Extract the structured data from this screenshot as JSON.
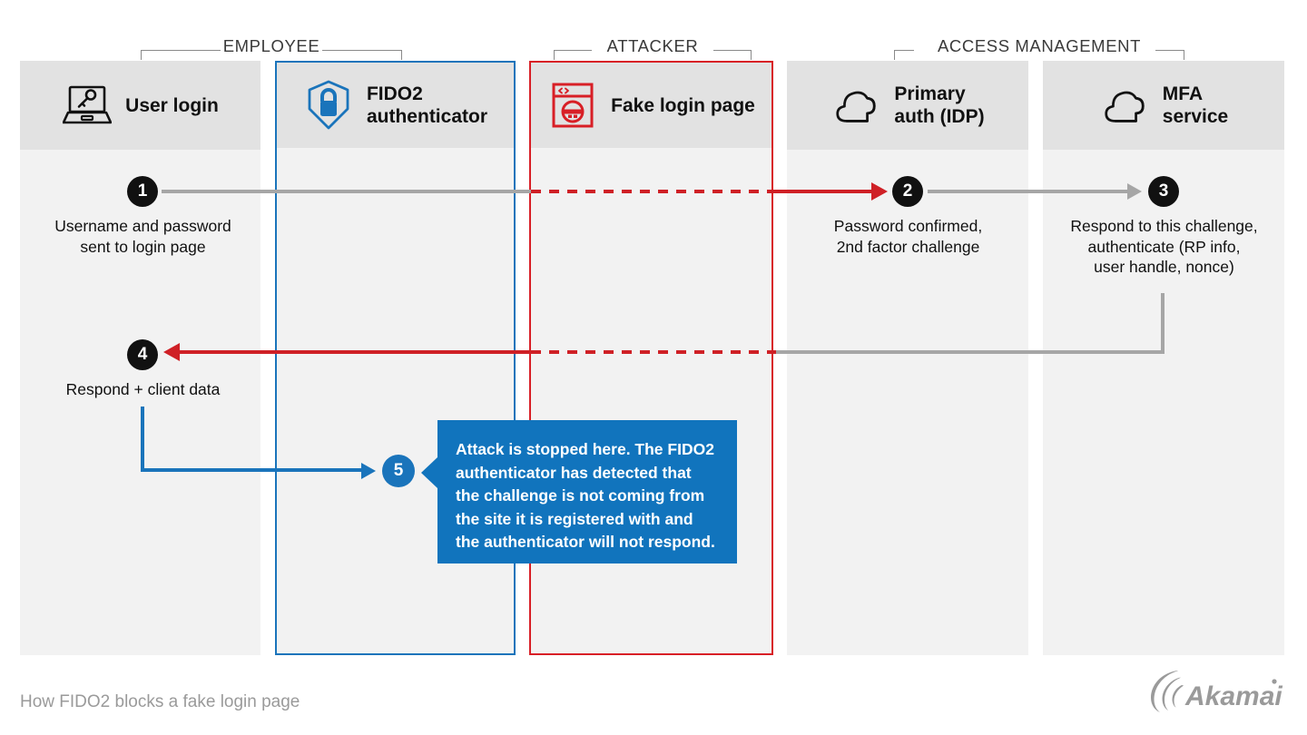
{
  "diagram": {
    "footer_caption": "How FIDO2 blocks a fake login page",
    "brand_logo": "akamai-logo",
    "colors": {
      "red": "#cf2026",
      "blue": "#1a74bb",
      "callout_blue": "#1174bd",
      "gray_line": "#a6a6a6",
      "column_bg": "#f2f2f2",
      "header_bg": "#e2e2e2",
      "step_circle": "#111111"
    },
    "groups": [
      {
        "label": "EMPLOYEE"
      },
      {
        "label": "ATTACKER"
      },
      {
        "label": "ACCESS MANAGEMENT"
      }
    ],
    "columns": [
      {
        "title": "User login",
        "icon": "laptop-key-icon",
        "accent": "none"
      },
      {
        "title": "FIDO2\nauthenticator",
        "icon": "shield-lock-icon",
        "accent": "blue"
      },
      {
        "title": "Fake login page",
        "icon": "browser-mask-icon",
        "accent": "red"
      },
      {
        "title": "Primary\nauth (IDP)",
        "icon": "cloud-icon",
        "accent": "none"
      },
      {
        "title": "MFA\nservice",
        "icon": "cloud-icon",
        "accent": "none"
      }
    ],
    "steps": [
      {
        "number": "1",
        "caption": "Username and password\nsent to login page"
      },
      {
        "number": "2",
        "caption": "Password confirmed,\n2nd factor challenge"
      },
      {
        "number": "3",
        "caption": "Respond to this challenge,\nauthenticate (RP info,\nuser handle, nonce)"
      },
      {
        "number": "4",
        "caption": "Respond + client data"
      },
      {
        "number": "5",
        "caption": ""
      }
    ],
    "callout": {
      "text": "Attack is stopped here. The FIDO2 authenticator has detected that the challenge is not coming from the site it is registered with and the authenticator will not respond."
    }
  }
}
